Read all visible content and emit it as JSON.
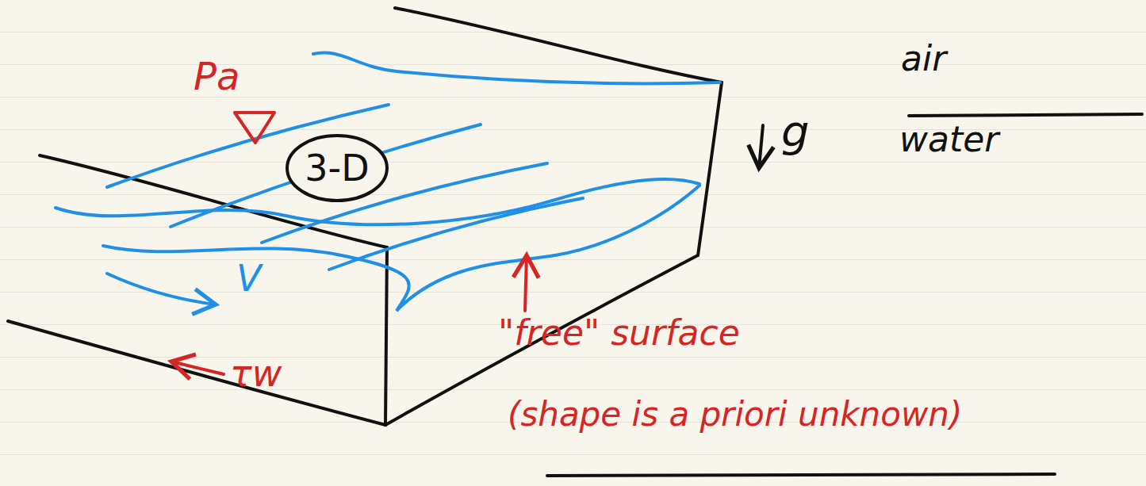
{
  "diagram": {
    "nodes": [
      {
        "text": [
          "3-D"
        ]
      }
    ],
    "labels": [
      "Pa",
      "g",
      "air",
      "water",
      "V",
      "τw",
      "\"free\" surface",
      "(shape is a priori unknown)"
    ]
  }
}
